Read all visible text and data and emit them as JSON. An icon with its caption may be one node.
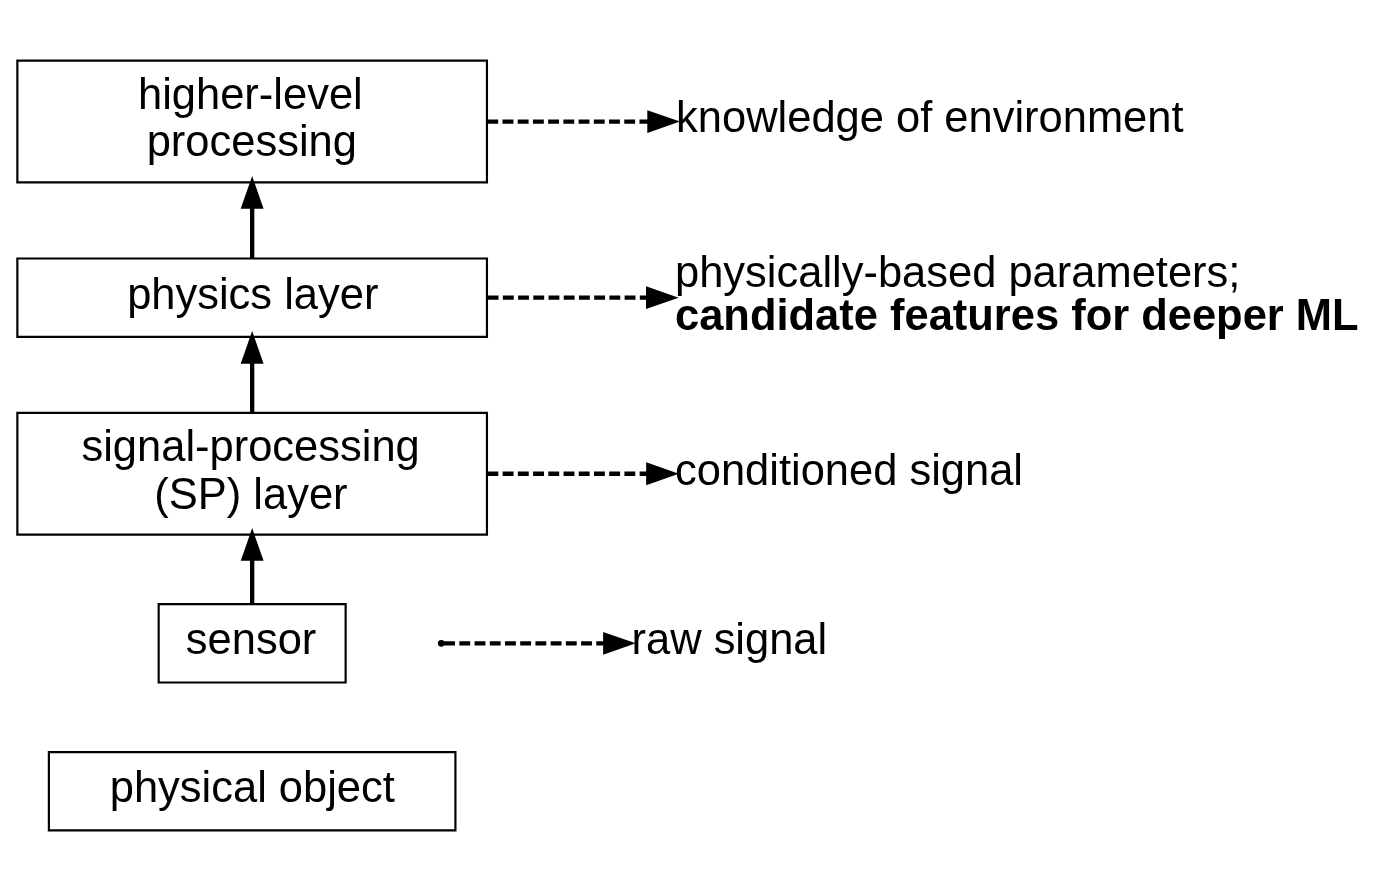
{
  "diagram": {
    "nodes": [
      {
        "text": [
          "higher-level processing"
        ]
      },
      {
        "text": [
          "physics layer"
        ]
      },
      {
        "text": [
          "signal-processing (SP) layer"
        ]
      },
      {
        "text": [
          "sensor"
        ]
      },
      {
        "text": [
          "physical object"
        ]
      },
      {
        "text": [
          "knowledge of environment"
        ]
      },
      {
        "text": [
          "physically-based parameters;",
          "candidate features for deeper ML"
        ]
      },
      {
        "text": [
          "conditioned signal"
        ]
      },
      {
        "text": [
          "raw signal"
        ]
      }
    ],
    "edges": [
      {
        "from": 3,
        "to": 2,
        "arrow": "to"
      },
      {
        "from": 2,
        "to": 1,
        "arrow": "to"
      },
      {
        "from": 1,
        "to": 0,
        "arrow": "to"
      },
      {
        "from": 0,
        "to": 5,
        "arrow": "to",
        "style": "dashed"
      },
      {
        "from": 1,
        "to": 6,
        "arrow": "to",
        "style": "dashed"
      },
      {
        "from": 2,
        "to": 7,
        "arrow": "to",
        "style": "dashed"
      },
      {
        "from": null,
        "to": 8,
        "arrow": "to",
        "style": "dashed"
      }
    ]
  }
}
